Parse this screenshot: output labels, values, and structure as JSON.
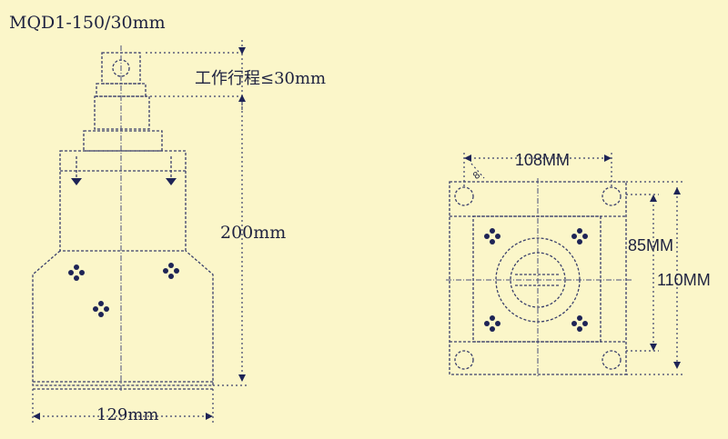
{
  "title": "MQD1-150/30mm",
  "left_view": {
    "stroke_label": "工作行程≤30mm",
    "height_label": "200mm",
    "width_label": "129mm"
  },
  "right_view": {
    "top_width_label": "108MM",
    "inner_height_label": "85MM",
    "outer_height_label": "110MM",
    "small_mark": "8"
  },
  "colors": {
    "background": "#fbf6c9",
    "line": "#3a3f6b",
    "text": "#1e2240"
  }
}
